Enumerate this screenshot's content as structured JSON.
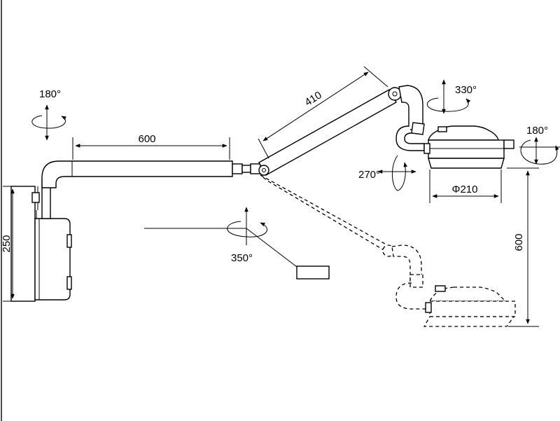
{
  "dimensions": {
    "arm_length": "600",
    "upper_arm_length": "410",
    "mount_height": "250",
    "head_diameter": "Φ210",
    "vertical_travel": "600"
  },
  "rotations": {
    "mount": "180°",
    "joint": "350°",
    "head_yoke": "330°",
    "head_tilt": "270°",
    "head_pivot": "180°"
  }
}
